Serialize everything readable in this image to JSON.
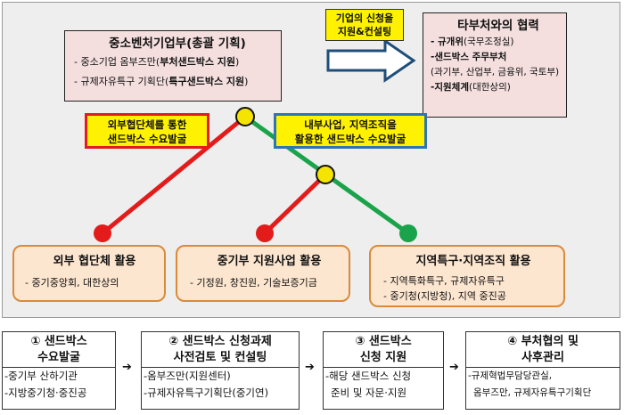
{
  "top_left_box": {
    "title": "중소벤처기업부(총괄 기획)",
    "line1_prefix": "- 중소기업 옴부즈만(",
    "line1_bold": "부처샌드박스 지원",
    "line1_suffix": ")",
    "line2_prefix": "- 규제자유특구 기획단(",
    "line2_bold": "특구샌드박스 지원",
    "line2_suffix": ")"
  },
  "top_arrow_label": {
    "line1": "기업의 신청을",
    "line2": "지원&컨설팅"
  },
  "top_right_box": {
    "title": "타부처와의 협력",
    "line1_bold": "- 규개위",
    "line1_rest": "(국무조정실)",
    "line2_bold": "-샌드박스 주무부처",
    "line3": "(과기부, 산업부, 금융위, 국토부)",
    "line4_bold": "-지원체계",
    "line4_rest": "(대한상의)"
  },
  "tag_red": {
    "line1": "외부협단체를 통한",
    "line2": "샌드박스 수요발굴"
  },
  "tag_blue": {
    "line1": "내부사업, 지역조직을",
    "line2": "활용한 샌드박스 수요발굴"
  },
  "bottom_boxes": [
    {
      "title": "외부 협단체 활용",
      "line1": "- 중기중앙회, 대한상의",
      "line2": ""
    },
    {
      "title": "중기부 지원사업 활용",
      "line1": "- 기정원, 창진원, 기술보증기금",
      "line2": ""
    },
    {
      "title": "지역특구·지역조직 활용",
      "line1": "- 지역특화특구, 규제자유특구",
      "line2": "- 중기청(지방청), 지역 중진공"
    }
  ],
  "steps": [
    {
      "head1": "① 샌드박스",
      "head2": "수요발굴",
      "body1": "-중기부 산하기관",
      "body2": "-지방중기청·중진공"
    },
    {
      "head1": "② 샌드박스 신청과제",
      "head2": "사전검토 및 컨설팅",
      "body1": "-옴부즈만(지원센터)",
      "body2": "-규제자유특구기획단(중기연)"
    },
    {
      "head1": "③ 샌드박스",
      "head2": "신청 지원",
      "body1": "-해당 샌드박스 신청",
      "body2": "준비 및 자문·지원"
    },
    {
      "head1": "④ 부처협의 및",
      "head2": "사후관리",
      "body1": "-규제혁법무담당관실,",
      "body2": "옴부즈만, 규제자유특구기획단"
    }
  ],
  "step_arrow": "➔",
  "colors": {
    "red": "#e31b1b",
    "green": "#1aa34a",
    "yellow": "#f5e400",
    "tag_red_fill": "#fff200",
    "tag_blue_fill": "#fff200"
  }
}
